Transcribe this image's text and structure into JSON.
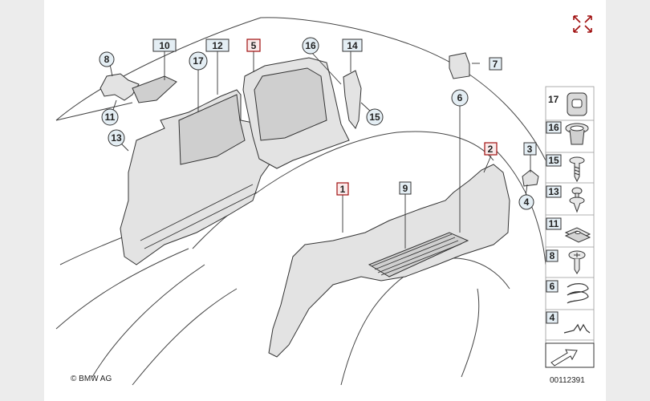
{
  "diagram": {
    "callouts": [
      {
        "id": "10",
        "style": "box"
      },
      {
        "id": "12",
        "style": "box"
      },
      {
        "id": "5",
        "style": "box-red"
      },
      {
        "id": "16",
        "style": "circle"
      },
      {
        "id": "14",
        "style": "box"
      },
      {
        "id": "8",
        "style": "circle"
      },
      {
        "id": "17",
        "style": "circle"
      },
      {
        "id": "11",
        "style": "circle"
      },
      {
        "id": "15",
        "style": "circle"
      },
      {
        "id": "13",
        "style": "circle"
      },
      {
        "id": "7",
        "style": "box"
      },
      {
        "id": "6",
        "style": "circle"
      },
      {
        "id": "3",
        "style": "box"
      },
      {
        "id": "2",
        "style": "box-red"
      },
      {
        "id": "1",
        "style": "box-red"
      },
      {
        "id": "9",
        "style": "box"
      },
      {
        "id": "4",
        "style": "circle"
      }
    ],
    "legend": [
      {
        "id": "17",
        "style": "plain",
        "icon": "plug-icon"
      },
      {
        "id": "16",
        "style": "box",
        "icon": "grommet-icon"
      },
      {
        "id": "15",
        "style": "box",
        "icon": "screw-icon"
      },
      {
        "id": "13",
        "style": "box",
        "icon": "expanding-rivet-icon"
      },
      {
        "id": "11",
        "style": "box",
        "icon": "clip-nut-icon"
      },
      {
        "id": "8",
        "style": "box",
        "icon": "fillister-screw-icon"
      },
      {
        "id": "6",
        "style": "box",
        "icon": "spring-icon"
      },
      {
        "id": "4",
        "style": "box",
        "icon": "wire-clip-icon"
      }
    ],
    "copyright": "© BMW AG",
    "drawing_number": "00112391",
    "expand_icon": "expand-arrows-icon",
    "accent_color": "#a01010"
  }
}
